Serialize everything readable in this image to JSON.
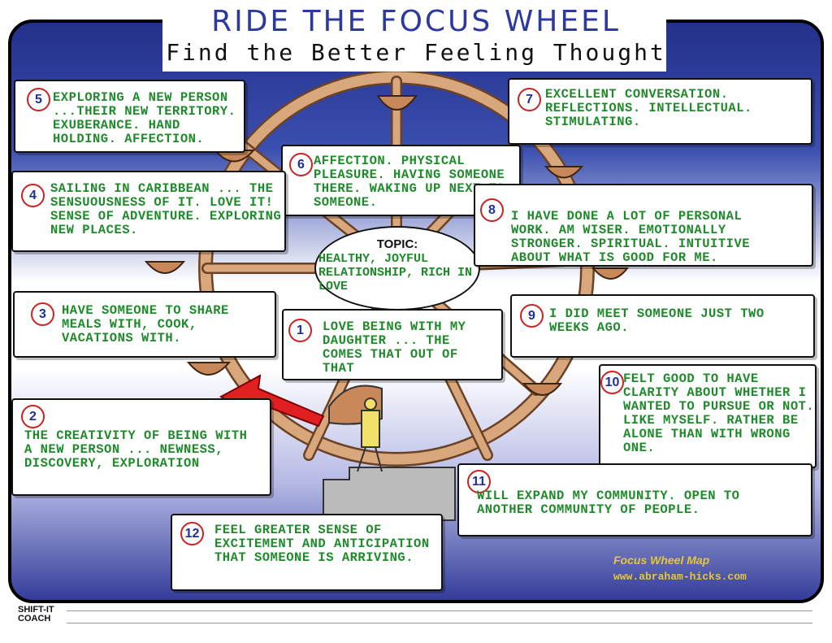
{
  "header": {
    "title": "RIDE THE FOCUS WHEEL",
    "subtitle": "Find the Better Feeling Thought"
  },
  "topic": {
    "label": "TOPIC:",
    "text": "HEALTHY, JOYFUL RELATIONSHIP, RICH IN LOVE"
  },
  "cards": [
    {
      "number": "1",
      "text": "LOVE BEING WITH MY DAUGHTER ... THE COMES THAT OUT OF THAT"
    },
    {
      "number": "2",
      "text": "THE CREATIVITY OF BEING WITH A NEW PERSON ... NEWNESS, DISCOVERY, EXPLORATION"
    },
    {
      "number": "3",
      "text": "HAVE SOMEONE TO SHARE MEALS WITH, COOK, VACATIONS WITH."
    },
    {
      "number": "4",
      "text": "SAILING IN CARIBBEAN ... THE SENSUOUSNESS OF IT. LOVE IT! SENSE OF ADVENTURE. EXPLORING NEW PLACES."
    },
    {
      "number": "5",
      "text": "EXPLORING A NEW PERSON ...THEIR NEW TERRITORY. EXUBERANCE. HAND HOLDING. AFFECTION."
    },
    {
      "number": "6",
      "text": "AFFECTION. PHYSICAL PLEASURE. HAVING SOMEONE THERE. WAKING UP NEXT TO SOMEONE."
    },
    {
      "number": "7",
      "text": "EXCELLENT CONVERSATION. REFLECTIONS. INTELLECTUAL. STIMULATING."
    },
    {
      "number": "8",
      "text": "I HAVE DONE A LOT OF PERSONAL WORK. AM WISER. EMOTIONALLY STRONGER. SPIRITUAL. INTUITIVE ABOUT WHAT IS GOOD FOR ME."
    },
    {
      "number": "9",
      "text": "I DID MEET SOMEONE JUST TWO WEEKS AGO."
    },
    {
      "number": "10",
      "text": "FELT GOOD TO HAVE CLARITY ABOUT WHETHER I WANTED TO PURSUE OR NOT. LIKE MYSELF. RATHER BE ALONE THAN WITH WRONG ONE."
    },
    {
      "number": "11",
      "text": "WILL EXPAND MY COMMUNITY. OPEN TO ANOTHER COMMUNITY OF PEOPLE."
    },
    {
      "number": "12",
      "text": "FEEL GREATER SENSE OF EXCITEMENT AND ANTICIPATION THAT SOMEONE IS ARRIVING."
    }
  ],
  "footer": {
    "map_name": "Focus Wheel Map",
    "url": "www.abraham-hicks.com",
    "logo_top": "SHIFT-IT",
    "logo_bottom": "COACH"
  },
  "colors": {
    "title_blue": "#2c3aa0",
    "card_text_green": "#1e8a2a",
    "number_ring_red": "#cc2222",
    "wheel_tan": "#d9a77c",
    "arrow_red": "#e02020",
    "footer_gold": "#e6c63a"
  }
}
